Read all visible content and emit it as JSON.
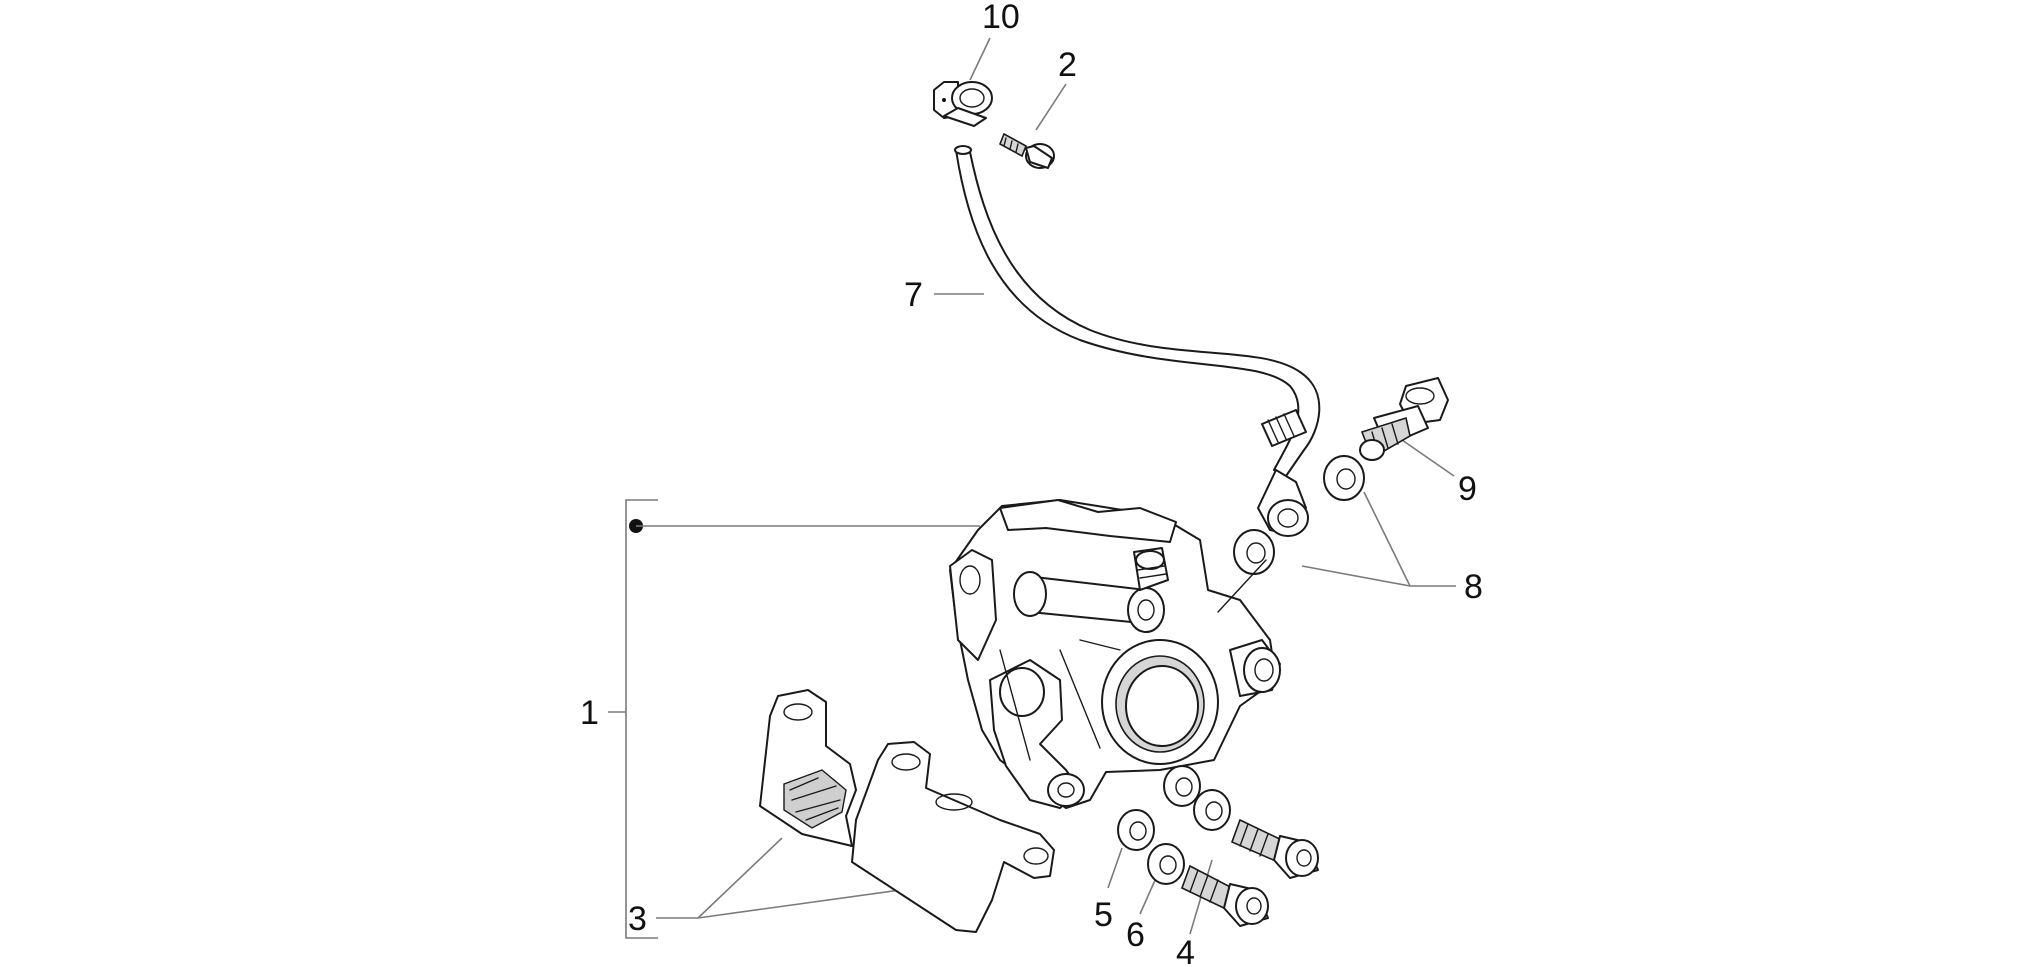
{
  "diagram": {
    "kind": "exploded-parts-view",
    "subject_icon": "brake-caliper-assembly-icon",
    "colors": {
      "lines": "#1a1a1a",
      "leaders": "#7a7a7a",
      "background": "#ffffff"
    },
    "callouts": {
      "c1": "1",
      "c2": "2",
      "c3": "3",
      "c4": "4",
      "c5": "5",
      "c6": "6",
      "c7": "7",
      "c8": "8",
      "c9": "9",
      "c10": "10"
    }
  }
}
